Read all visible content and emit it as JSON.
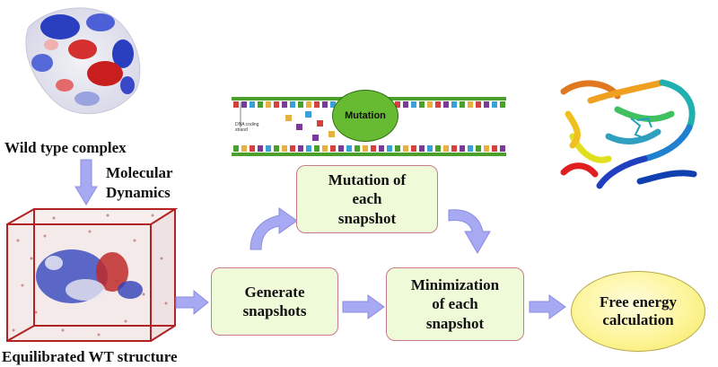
{
  "labels": {
    "wild_type": "Wild type complex",
    "md_line1": "Molecular",
    "md_line2": "Dynamics",
    "equilibrated": "Equilibrated WT structure"
  },
  "boxes": {
    "mutation_line1": "Mutation of",
    "mutation_line2": "each",
    "mutation_line3": "snapshot",
    "generate_line1": "Generate",
    "generate_line2": "snapshots",
    "minimization_line1": "Minimization",
    "minimization_line2": "of each",
    "minimization_line3": "snapshot",
    "free_energy_line1": "Free energy",
    "free_energy_line2": "calculation"
  },
  "dna": {
    "mutation_label": "Mutation",
    "strand_label_line1": "DNA coding",
    "strand_label_line2": "strand"
  },
  "colors": {
    "arrow": "#a7a9f2",
    "box_fill": "#eefad8",
    "box_border": "#c77a8c",
    "ellipse_fill": "#fdf59a",
    "mutation_green": "#66bb33",
    "md_box_edge": "#b22222"
  }
}
